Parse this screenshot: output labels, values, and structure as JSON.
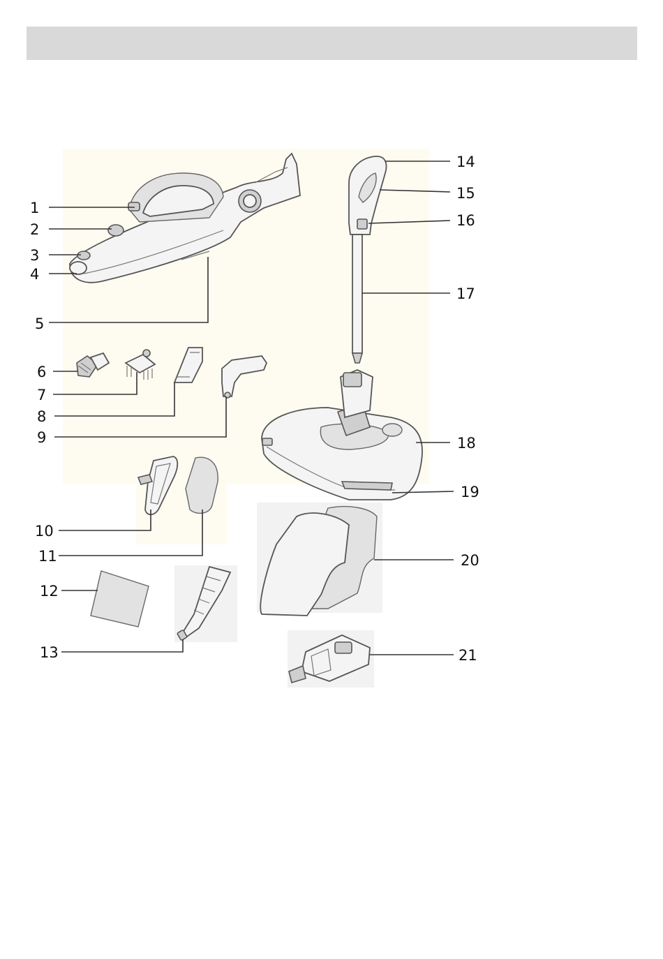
{
  "diagram": {
    "colors": {
      "header": "#d9d9d9",
      "backdrop": "#fefbf0",
      "line": "#333333",
      "part_fill": "#f4f4f4",
      "part_dark": "#cfcfcf"
    },
    "callouts": [
      "1",
      "2",
      "3",
      "4",
      "5",
      "6",
      "7",
      "8",
      "9",
      "10",
      "11",
      "12",
      "13",
      "14",
      "15",
      "16",
      "17",
      "18",
      "19",
      "20",
      "21"
    ]
  }
}
